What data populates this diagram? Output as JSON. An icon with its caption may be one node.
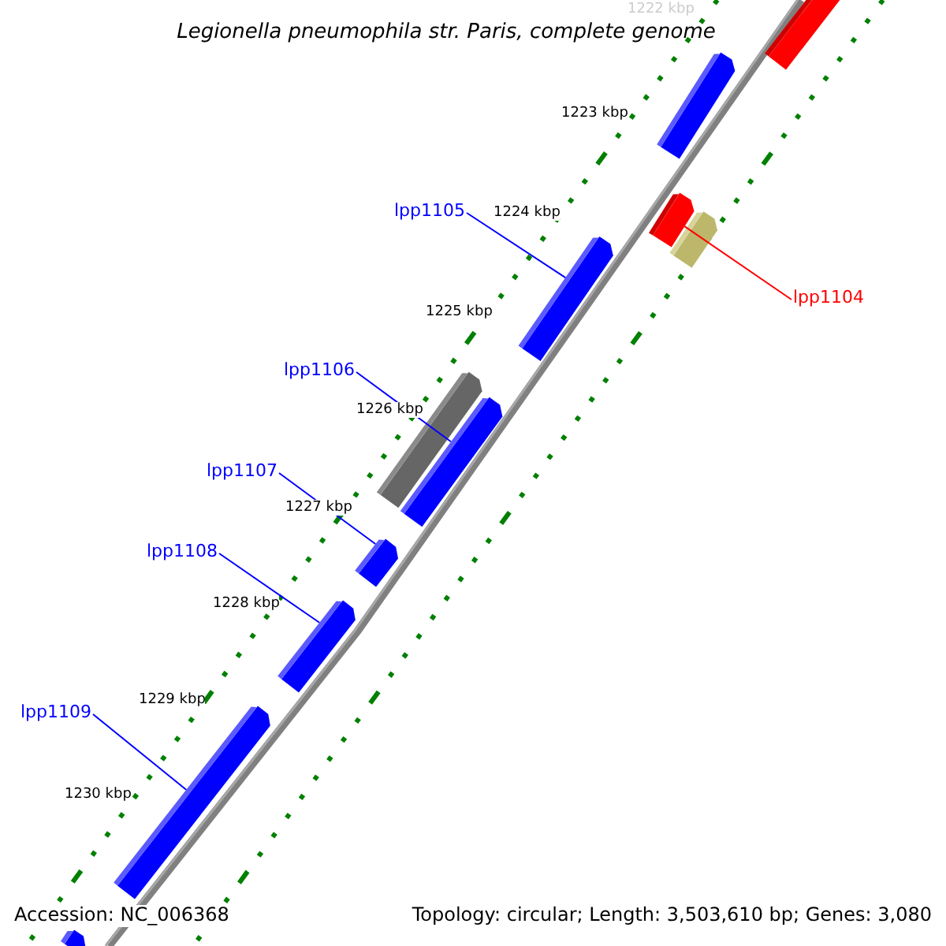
{
  "diagram": {
    "title": "Legionella pneumophila str. Paris, complete genome",
    "nodes": [
      {
        "text": [
          "lpp1105"
        ]
      },
      {
        "text": [
          "lpp1104"
        ]
      },
      {
        "text": [
          "lpp1106"
        ]
      },
      {
        "text": [
          "lpp1107"
        ]
      },
      {
        "text": [
          "lpp1108"
        ]
      },
      {
        "text": [
          "lpp1109"
        ]
      },
      {
        "text": [],
        "shape": "bar"
      },
      {
        "text": [],
        "shape": "bar"
      },
      {
        "text": [],
        "shape": "bar"
      },
      {
        "text": [],
        "shape": "bar"
      },
      {
        "text": [],
        "shape": "bar"
      },
      {
        "text": [],
        "shape": "bar"
      },
      {
        "text": [],
        "shape": "bar"
      },
      {
        "text": [],
        "shape": "bar"
      },
      {
        "text": [],
        "shape": "bar"
      },
      {
        "text": [],
        "shape": "bar"
      },
      {
        "text": [],
        "shape": "bar"
      }
    ],
    "edges": [
      {
        "from": 0,
        "to": 10,
        "arrow": "none"
      },
      {
        "from": 1,
        "to": 8,
        "arrow": "none",
        "color": "#ff0000"
      },
      {
        "from": 2,
        "to": 12,
        "arrow": "none"
      },
      {
        "from": 3,
        "to": 13,
        "arrow": "none"
      },
      {
        "from": 4,
        "to": 14,
        "arrow": "none"
      },
      {
        "from": 5,
        "to": 15,
        "arrow": "none"
      }
    ],
    "labels": [
      "1222 kbp",
      "1223 kbp",
      "1224 kbp",
      "1225 kbp",
      "1226 kbp",
      "1227 kbp",
      "1228 kbp",
      "1229 kbp",
      "1230 kbp",
      "Accession: NC_006368",
      "Topology: circular; Length: 3,503,610 bp; Genes: 3,080"
    ]
  }
}
